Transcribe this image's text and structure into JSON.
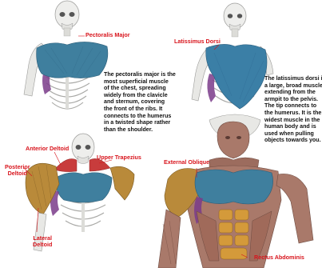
{
  "panels": {
    "pectoralis": {
      "label": "Pectoralis Major",
      "description": [
        "The pectoralis major is the",
        "most superficial muscle",
        "of the chest, spreading",
        "widely from the clavicle",
        "and sternum, covering",
        "the front of the ribs. It",
        "connects to the humerus",
        "in a twisted shape rather",
        "than the shoulder."
      ]
    },
    "latissimus": {
      "label": "Latissimus Dorsi",
      "description": [
        "The latissimus dorsi is",
        "a large, broad muscle",
        "extending from the",
        "armpit to the pelvis.",
        "The tip connects to",
        "the humerus. It is the",
        "widest muscle in the",
        "human body and is",
        "used when pulling",
        "objects towards you."
      ]
    },
    "deltoid": {
      "labels": {
        "anterior": "Anterior Deltoid",
        "upper_trap": "Upper Trapezius",
        "posterior": "Posterior\nDeltoid",
        "lateral": "Lateral\nDeltoid"
      }
    },
    "torso": {
      "labels": {
        "external_oblique": "External Oblique",
        "rectus": "Rectus Abdominis"
      }
    }
  },
  "colors": {
    "label_red": "#d8141c",
    "bone": "#ececea",
    "pectoral_blue": "#3f7f9e",
    "lat_blue": "#3b7fa6",
    "deltoid_tan": "#b98a3a",
    "trap_red": "#c83c3c",
    "serratus_purple": "#7a3b8a",
    "skin_tone": "#a9796a"
  }
}
